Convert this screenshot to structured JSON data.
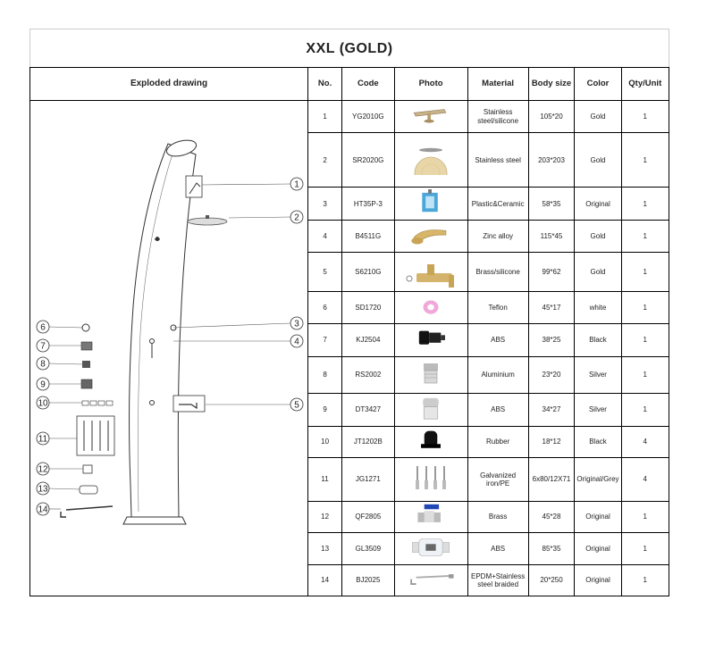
{
  "title": "XXL  (GOLD)",
  "columns": {
    "drawing": "Exploded drawing",
    "no": "No.",
    "code": "Code",
    "photo": "Photo",
    "material": "Material",
    "body_size": "Body size",
    "color": "Color",
    "qty": "Qty/Unit"
  },
  "parts": [
    {
      "no": "1",
      "code": "YG2010G",
      "photo": "shower-head-arm-icon",
      "material": "Stainless steel/silicone",
      "size": "105*20",
      "color": "Gold",
      "qty": "1"
    },
    {
      "no": "2",
      "code": "SR2020G",
      "photo": "rain-shower-head-icon",
      "material": "Stainless steel",
      "size": "203*203",
      "color": "Gold",
      "qty": "1"
    },
    {
      "no": "3",
      "code": "HT35P-3",
      "photo": "ceramic-cartridge-icon",
      "material": "Plastic&Ceramic",
      "size": "58*35",
      "color": "Original",
      "qty": "1"
    },
    {
      "no": "4",
      "code": "B4511G",
      "photo": "mixer-handle-icon",
      "material": "Zinc alloy",
      "size": "115*45",
      "color": "Gold",
      "qty": "1"
    },
    {
      "no": "5",
      "code": "S6210G",
      "photo": "foot-tap-icon",
      "material": "Brass/silicone",
      "size": "99*62",
      "color": "Gold",
      "qty": "1"
    },
    {
      "no": "6",
      "code": "SD1720",
      "photo": "teflon-ring-icon",
      "material": "Teflon",
      "size": "45*17",
      "color": "white",
      "qty": "1"
    },
    {
      "no": "7",
      "code": "KJ2504",
      "photo": "hose-connector-icon",
      "material": "ABS",
      "size": "38*25",
      "color": "Black",
      "qty": "1"
    },
    {
      "no": "8",
      "code": "RS2002",
      "photo": "aluminium-adapter-icon",
      "material": "Aluminium",
      "size": "23*20",
      "color": "Silver",
      "qty": "1"
    },
    {
      "no": "9",
      "code": "DT3427",
      "photo": "chrome-connector-icon",
      "material": "ABS",
      "size": "34*27",
      "color": "Silver",
      "qty": "1"
    },
    {
      "no": "10",
      "code": "JT1202B",
      "photo": "rubber-cap-icon",
      "material": "Rubber",
      "size": "18*12",
      "color": "Black",
      "qty": "4"
    },
    {
      "no": "11",
      "code": "JG1271",
      "photo": "anchor-bolts-icon",
      "material": "Galvanized iron/PE",
      "size": "6x80/12X71",
      "color": "Original/Grey",
      "qty": "4"
    },
    {
      "no": "12",
      "code": "QF2805",
      "photo": "ball-valve-icon",
      "material": "Brass",
      "size": "45*28",
      "color": "Original",
      "qty": "1"
    },
    {
      "no": "13",
      "code": "GL3509",
      "photo": "inline-filter-icon",
      "material": "ABS",
      "size": "85*35",
      "color": "Original",
      "qty": "1"
    },
    {
      "no": "14",
      "code": "BJ2025",
      "photo": "braided-hose-icon",
      "material": "EPDM+Stainless steel braided",
      "size": "20*250",
      "color": "Original",
      "qty": "1"
    }
  ],
  "callouts": [
    "1",
    "2",
    "3",
    "4",
    "5",
    "6",
    "7",
    "8",
    "9",
    "10",
    "11",
    "12",
    "13",
    "14"
  ]
}
